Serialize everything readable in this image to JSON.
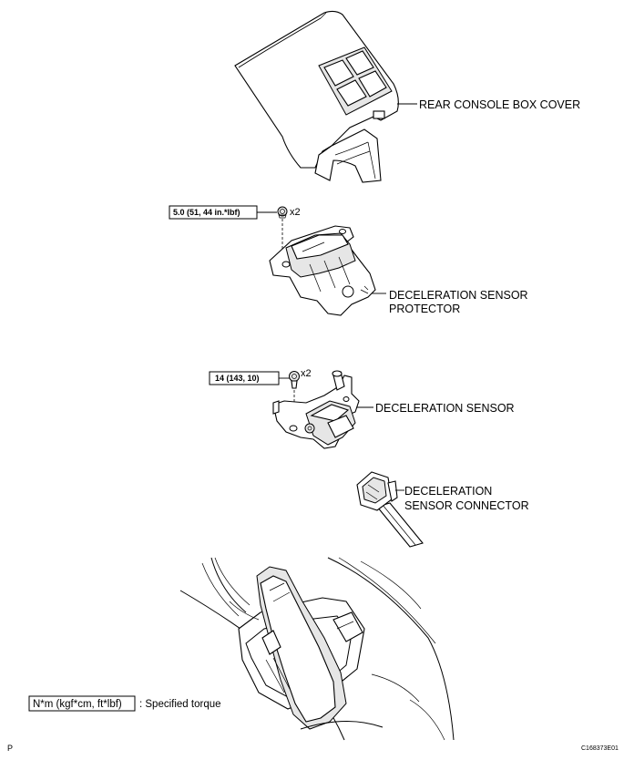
{
  "labels": {
    "rear_console_box_cover": "REAR CONSOLE BOX COVER",
    "deceleration_sensor_protector_line1": "DECELERATION SENSOR",
    "deceleration_sensor_protector_line2": "PROTECTOR",
    "deceleration_sensor": "DECELERATION SENSOR",
    "deceleration_sensor_connector_line1": "DECELERATION",
    "deceleration_sensor_connector_line2": "SENSOR CONNECTOR"
  },
  "torque_specs": {
    "protector_bolt": "5.0 (51, 44 in.*lbf)",
    "protector_bolt_qty": "x2",
    "sensor_bolt": "14 (143, 10)",
    "sensor_bolt_qty": "x2"
  },
  "legend": {
    "unit_box": "N*m (kgf*cm, ft*lbf)",
    "description": ": Specified torque"
  },
  "corner": {
    "left": "P",
    "right": "C168373E01"
  },
  "icons": [
    "bolt-icon",
    "sensor-icon",
    "connector-icon"
  ]
}
